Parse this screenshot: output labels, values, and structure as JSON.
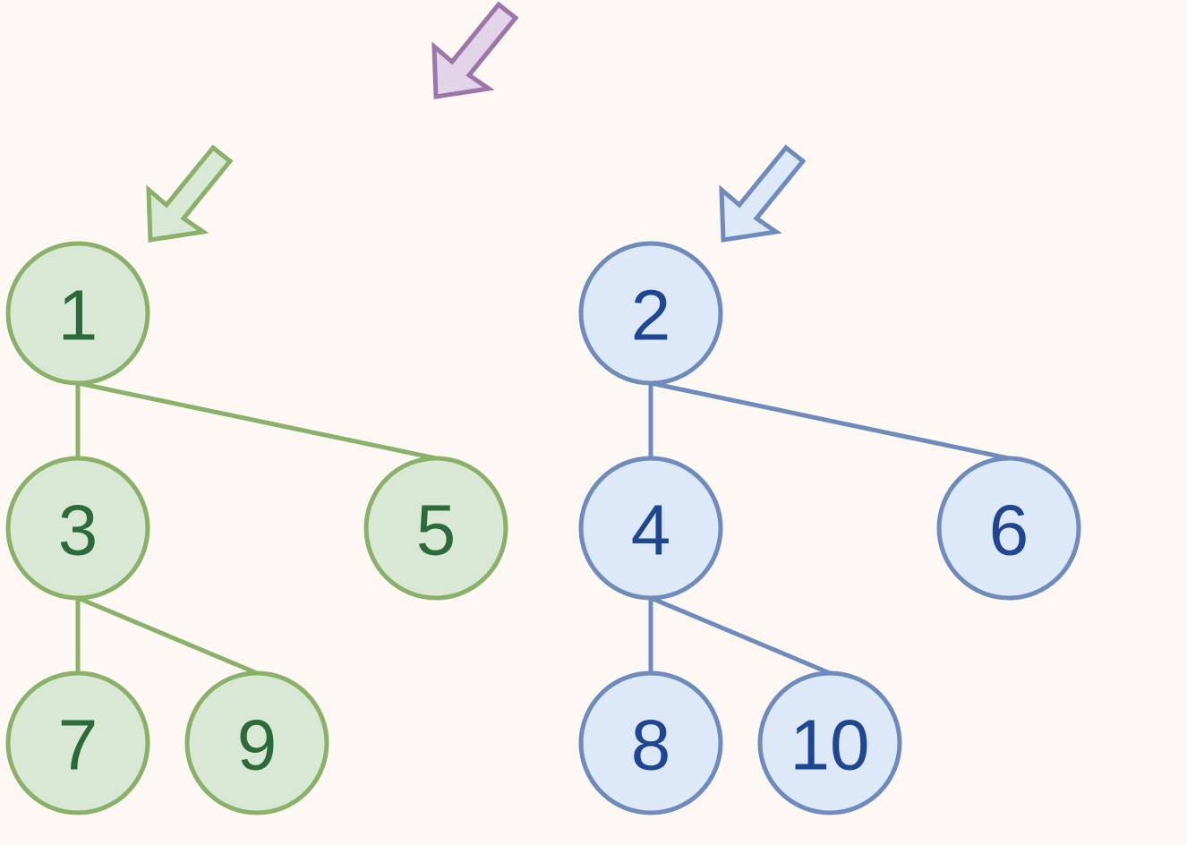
{
  "colors": {
    "background": "#fdf8f4",
    "green_fill": "#d9e7d5",
    "green_stroke": "#8ab06a",
    "green_text": "#2d6a3b",
    "blue_fill": "#dde8f8",
    "blue_stroke": "#6f8bbd",
    "blue_text": "#1f4690",
    "purple_fill": "#e2d3e8",
    "purple_stroke": "#9a77a8"
  },
  "trees": [
    {
      "name": "green-tree",
      "color": "green",
      "nodes": [
        {
          "id": "g1",
          "label": "1"
        },
        {
          "id": "g3",
          "label": "3"
        },
        {
          "id": "g5",
          "label": "5"
        },
        {
          "id": "g7",
          "label": "7"
        },
        {
          "id": "g9",
          "label": "9"
        }
      ],
      "edges": [
        [
          "g1",
          "g3"
        ],
        [
          "g1",
          "g5"
        ],
        [
          "g3",
          "g7"
        ],
        [
          "g3",
          "g9"
        ]
      ]
    },
    {
      "name": "blue-tree",
      "color": "blue",
      "nodes": [
        {
          "id": "b2",
          "label": "2"
        },
        {
          "id": "b4",
          "label": "4"
        },
        {
          "id": "b6",
          "label": "6"
        },
        {
          "id": "b8",
          "label": "8"
        },
        {
          "id": "b10",
          "label": "10"
        }
      ],
      "edges": [
        [
          "b2",
          "b4"
        ],
        [
          "b2",
          "b6"
        ],
        [
          "b4",
          "b8"
        ],
        [
          "b4",
          "b10"
        ]
      ]
    }
  ],
  "pointers": [
    {
      "name": "purple-pointer-arrow",
      "color": "purple"
    },
    {
      "name": "green-pointer-arrow",
      "color": "green"
    },
    {
      "name": "blue-pointer-arrow",
      "color": "blue"
    }
  ]
}
